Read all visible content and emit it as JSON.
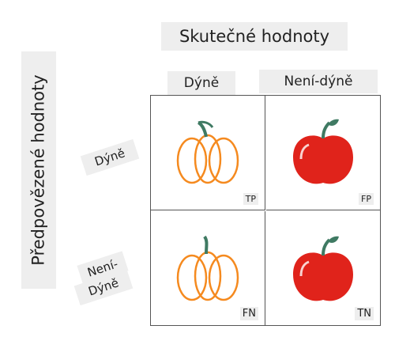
{
  "title_actual": "Skutečné hodnoty",
  "title_predicted": "Předpovězené hodnoty",
  "columns": [
    "Dýně",
    "Není-dýně"
  ],
  "rows": {
    "pumpkin": "Dýně",
    "not_pumpkin_line1": "Není-",
    "not_pumpkin_line2": "Dýně"
  },
  "cells": {
    "tp": "TP",
    "fp": "FP",
    "fn": "FN",
    "tn": "TN"
  },
  "icons": {
    "tp": "pumpkin-icon",
    "fp": "apple-icon",
    "fn": "pumpkin-icon",
    "tn": "apple-icon"
  },
  "colors": {
    "pumpkin": "#f58a1f",
    "apple": "#e0231b",
    "stem": "#3f7a63",
    "label_bg": "#eeeeee"
  }
}
